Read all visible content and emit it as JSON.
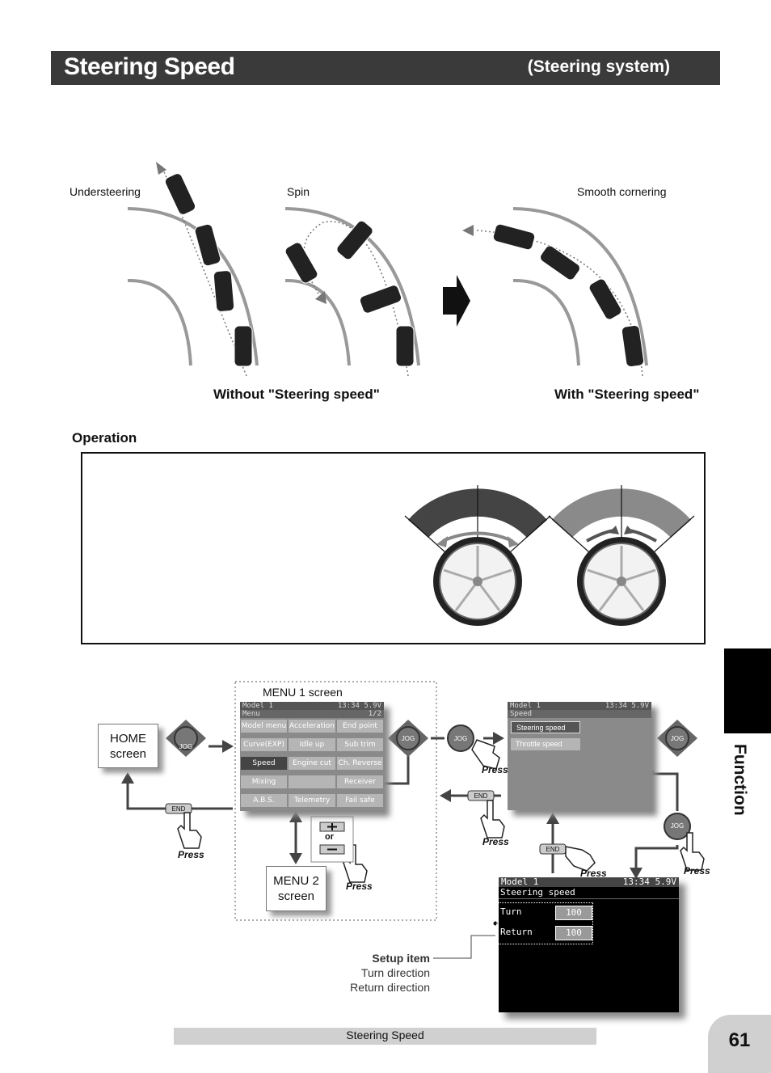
{
  "header": {
    "title": "Steering Speed",
    "subtitle": "(Steering system)"
  },
  "diagram": {
    "labels": {
      "understeering": "Understeering",
      "spin": "Spin",
      "smooth": "Smooth cornering"
    },
    "without_caption": "Without \"Steering speed\"",
    "with_caption": "With \"Steering speed\""
  },
  "operation": {
    "heading": "Operation"
  },
  "flow": {
    "home_screen": "HOME screen",
    "menu1_title": "MENU 1 screen",
    "menu2": "MENU 2 screen",
    "or_label": "or",
    "press": "Press",
    "menu_lcd": {
      "header_left": "Model 1",
      "header_right": "13:34 5.9V",
      "title": "Menu",
      "page": "1/2",
      "cells": [
        "Model menu",
        "Acceleration",
        "End point",
        "Curve(EXP)",
        "Idle up",
        "Sub trim",
        "Speed",
        "Engine cut",
        "Ch. Reverse",
        "Mixing",
        "",
        "Receiver",
        "A.B.S.",
        "Telemetry",
        "Fail safe"
      ]
    },
    "speed_lcd": {
      "header_left": "Model 1",
      "header_right": "13:34 5.9V",
      "title": "Speed",
      "items": [
        "Steering speed",
        "Throttle speed"
      ]
    },
    "steer_lcd": {
      "header_left": "Model 1",
      "header_right": "13:34 5.9V",
      "title": "Steering speed",
      "rows": [
        {
          "label": "Turn",
          "value": "100"
        },
        {
          "label": "Return",
          "value": "100"
        }
      ]
    },
    "setup": {
      "title": "Setup item",
      "line1": "Turn direction",
      "line2": "Return direction"
    },
    "jog": "JOG",
    "end": "END"
  },
  "side_tab": {
    "label": "Function"
  },
  "footer": {
    "text": "Steering Speed",
    "page_number": "61"
  },
  "colors": {
    "title_bar": "#3a3a3a",
    "dark_arc": "#444444",
    "light_arc": "#8a8a8a",
    "lcd_gray": "#8a8a8a"
  }
}
